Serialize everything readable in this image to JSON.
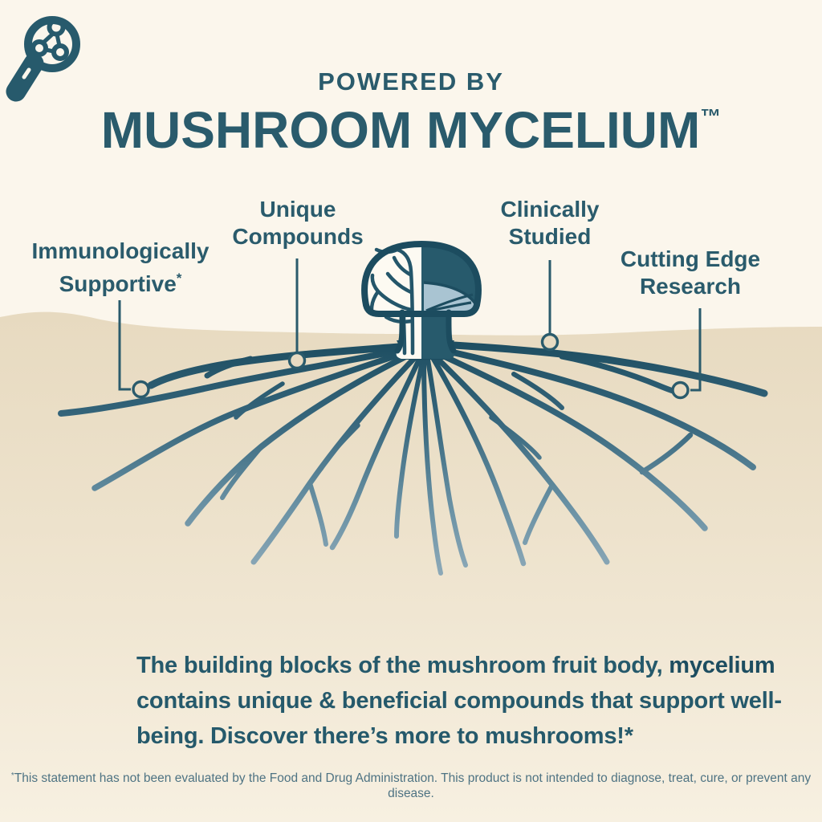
{
  "colors": {
    "teal": "#2a5b6c",
    "teal_deep": "#1c4c5f",
    "root_light": "#94aebc",
    "gill_blue": "#a9c4d2",
    "cream_background": "#fbf6ec",
    "ground_tan": "#e8dbc2",
    "footnote_teal": "#4e7383"
  },
  "header": {
    "kicker": "POWERED BY",
    "title": "MUSHROOM MYCELIUM",
    "trademark": "™"
  },
  "callouts": [
    {
      "id": "immunologically-supportive",
      "line1": "Immunologically",
      "line2": "Supportive",
      "sup": "*"
    },
    {
      "id": "unique-compounds",
      "line1": "Unique",
      "line2": "Compounds",
      "sup": ""
    },
    {
      "id": "clinically-studied",
      "line1": "Clinically",
      "line2": "Studied",
      "sup": ""
    },
    {
      "id": "cutting-edge-research",
      "line1": "Cutting Edge",
      "line2": "Research",
      "sup": ""
    }
  ],
  "description": {
    "before": "The building blocks of the mushroom fruit body, ",
    "bold": "mycelium",
    "after": " contains unique & beneficial compounds that support well-being. Discover there’s more to mushrooms!*"
  },
  "footnote": {
    "asterisk": "*",
    "text": "This statement has not been evaluated by the Food and Drug Administration. This product is not intended to diagnose, treat, cure, or prevent any disease."
  },
  "icons": {
    "magnifier": "magnifier-molecules-icon",
    "mushroom": "mushroom-cross-section-illustration",
    "roots": "mycelium-root-network"
  }
}
